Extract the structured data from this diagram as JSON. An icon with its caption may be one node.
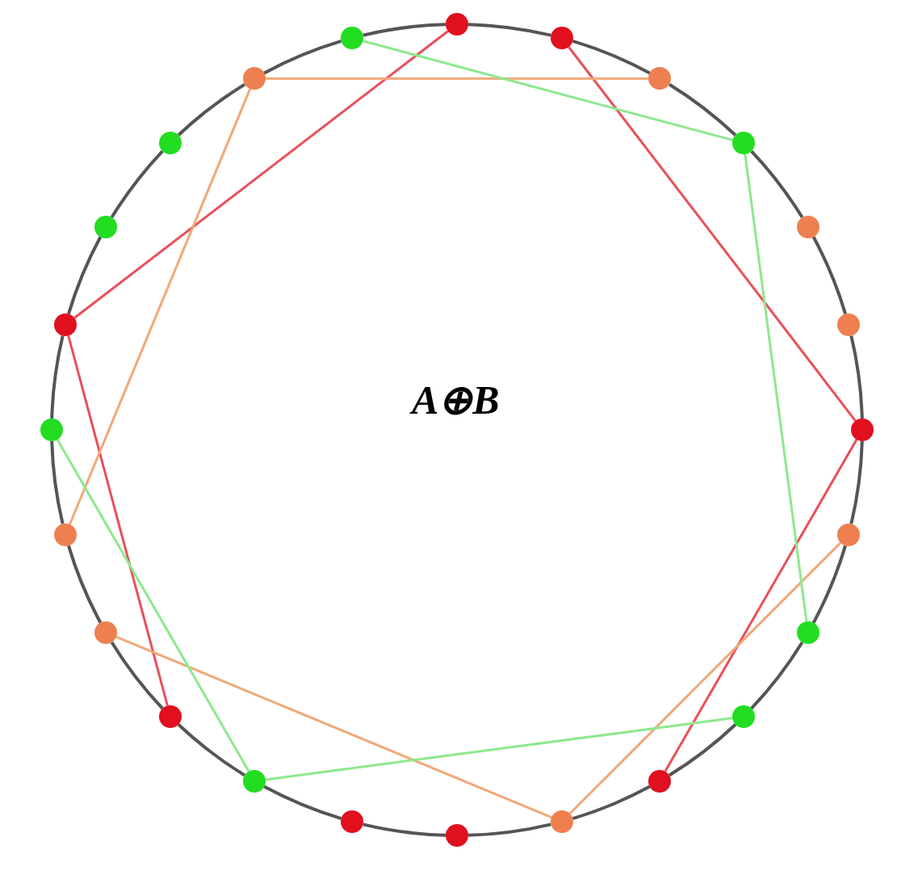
{
  "diagram": {
    "nodes": [
      {
        "text": [],
        "shape": "circle"
      },
      {
        "text": [],
        "shape": "circle"
      },
      {
        "text": [],
        "shape": "circle"
      },
      {
        "text": [],
        "shape": "circle"
      },
      {
        "text": [],
        "shape": "circle"
      },
      {
        "text": [],
        "shape": "circle"
      },
      {
        "text": [],
        "shape": "circle"
      },
      {
        "text": [],
        "shape": "circle"
      },
      {
        "text": [],
        "shape": "circle"
      },
      {
        "text": [],
        "shape": "circle"
      },
      {
        "text": [],
        "shape": "circle"
      },
      {
        "text": [],
        "shape": "circle"
      },
      {
        "text": [],
        "shape": "circle"
      },
      {
        "text": [],
        "shape": "circle"
      },
      {
        "text": [],
        "shape": "circle"
      },
      {
        "text": [],
        "shape": "circle"
      },
      {
        "text": [],
        "shape": "circle"
      },
      {
        "text": [],
        "shape": "circle"
      },
      {
        "text": [],
        "shape": "circle"
      },
      {
        "text": [],
        "shape": "circle"
      },
      {
        "text": [],
        "shape": "circle"
      },
      {
        "text": [],
        "shape": "circle"
      },
      {
        "text": [],
        "shape": "circle"
      },
      {
        "text": [],
        "shape": "circle"
      }
    ],
    "edges": [
      {
        "from": 0,
        "to": 1,
        "arrow": "none"
      },
      {
        "from": 1,
        "to": 2,
        "arrow": "none"
      },
      {
        "from": 2,
        "to": 3,
        "arrow": "none"
      },
      {
        "from": 3,
        "to": 4,
        "arrow": "none"
      },
      {
        "from": 4,
        "to": 5,
        "arrow": "none"
      },
      {
        "from": 5,
        "to": 6,
        "arrow": "none"
      },
      {
        "from": 6,
        "to": 7,
        "arrow": "none"
      },
      {
        "from": 7,
        "to": 8,
        "arrow": "none"
      },
      {
        "from": 8,
        "to": 9,
        "arrow": "none"
      },
      {
        "from": 9,
        "to": 10,
        "arrow": "none"
      },
      {
        "from": 10,
        "to": 11,
        "arrow": "none"
      },
      {
        "from": 11,
        "to": 12,
        "arrow": "none"
      },
      {
        "from": 12,
        "to": 13,
        "arrow": "none"
      },
      {
        "from": 13,
        "to": 14,
        "arrow": "none"
      },
      {
        "from": 14,
        "to": 15,
        "arrow": "none"
      },
      {
        "from": 15,
        "to": 16,
        "arrow": "none"
      },
      {
        "from": 16,
        "to": 17,
        "arrow": "none"
      },
      {
        "from": 17,
        "to": 18,
        "arrow": "none"
      },
      {
        "from": 18,
        "to": 19,
        "arrow": "none"
      },
      {
        "from": 19,
        "to": 20,
        "arrow": "none"
      },
      {
        "from": 20,
        "to": 21,
        "arrow": "none"
      },
      {
        "from": 21,
        "to": 22,
        "arrow": "none"
      },
      {
        "from": 22,
        "to": 23,
        "arrow": "none"
      },
      {
        "from": 23,
        "to": 0,
        "arrow": "none"
      },
      {
        "from": 19,
        "to": 0,
        "arrow": "none",
        "color": "#e8505a"
      },
      {
        "from": 1,
        "to": 6,
        "arrow": "none",
        "color": "#e8505a"
      },
      {
        "from": 6,
        "to": 10,
        "arrow": "none",
        "color": "#e8505a"
      },
      {
        "from": 19,
        "to": 15,
        "arrow": "none",
        "color": "#e8505a"
      },
      {
        "from": 22,
        "to": 2,
        "arrow": "none",
        "color": "#f0a878"
      },
      {
        "from": 22,
        "to": 17,
        "arrow": "none",
        "color": "#f0a878"
      },
      {
        "from": 16,
        "to": 11,
        "arrow": "none",
        "color": "#f0a878"
      },
      {
        "from": 11,
        "to": 7,
        "arrow": "none",
        "color": "#f0a878"
      },
      {
        "from": 23,
        "to": 3,
        "arrow": "none",
        "color": "#8ee88e"
      },
      {
        "from": 3,
        "to": 8,
        "arrow": "none",
        "color": "#8ee88e"
      },
      {
        "from": 9,
        "to": 14,
        "arrow": "none",
        "color": "#8ee88e"
      },
      {
        "from": 14,
        "to": 18,
        "arrow": "none",
        "color": "#8ee88e"
      }
    ],
    "labels": [
      "A⊕B"
    ]
  }
}
